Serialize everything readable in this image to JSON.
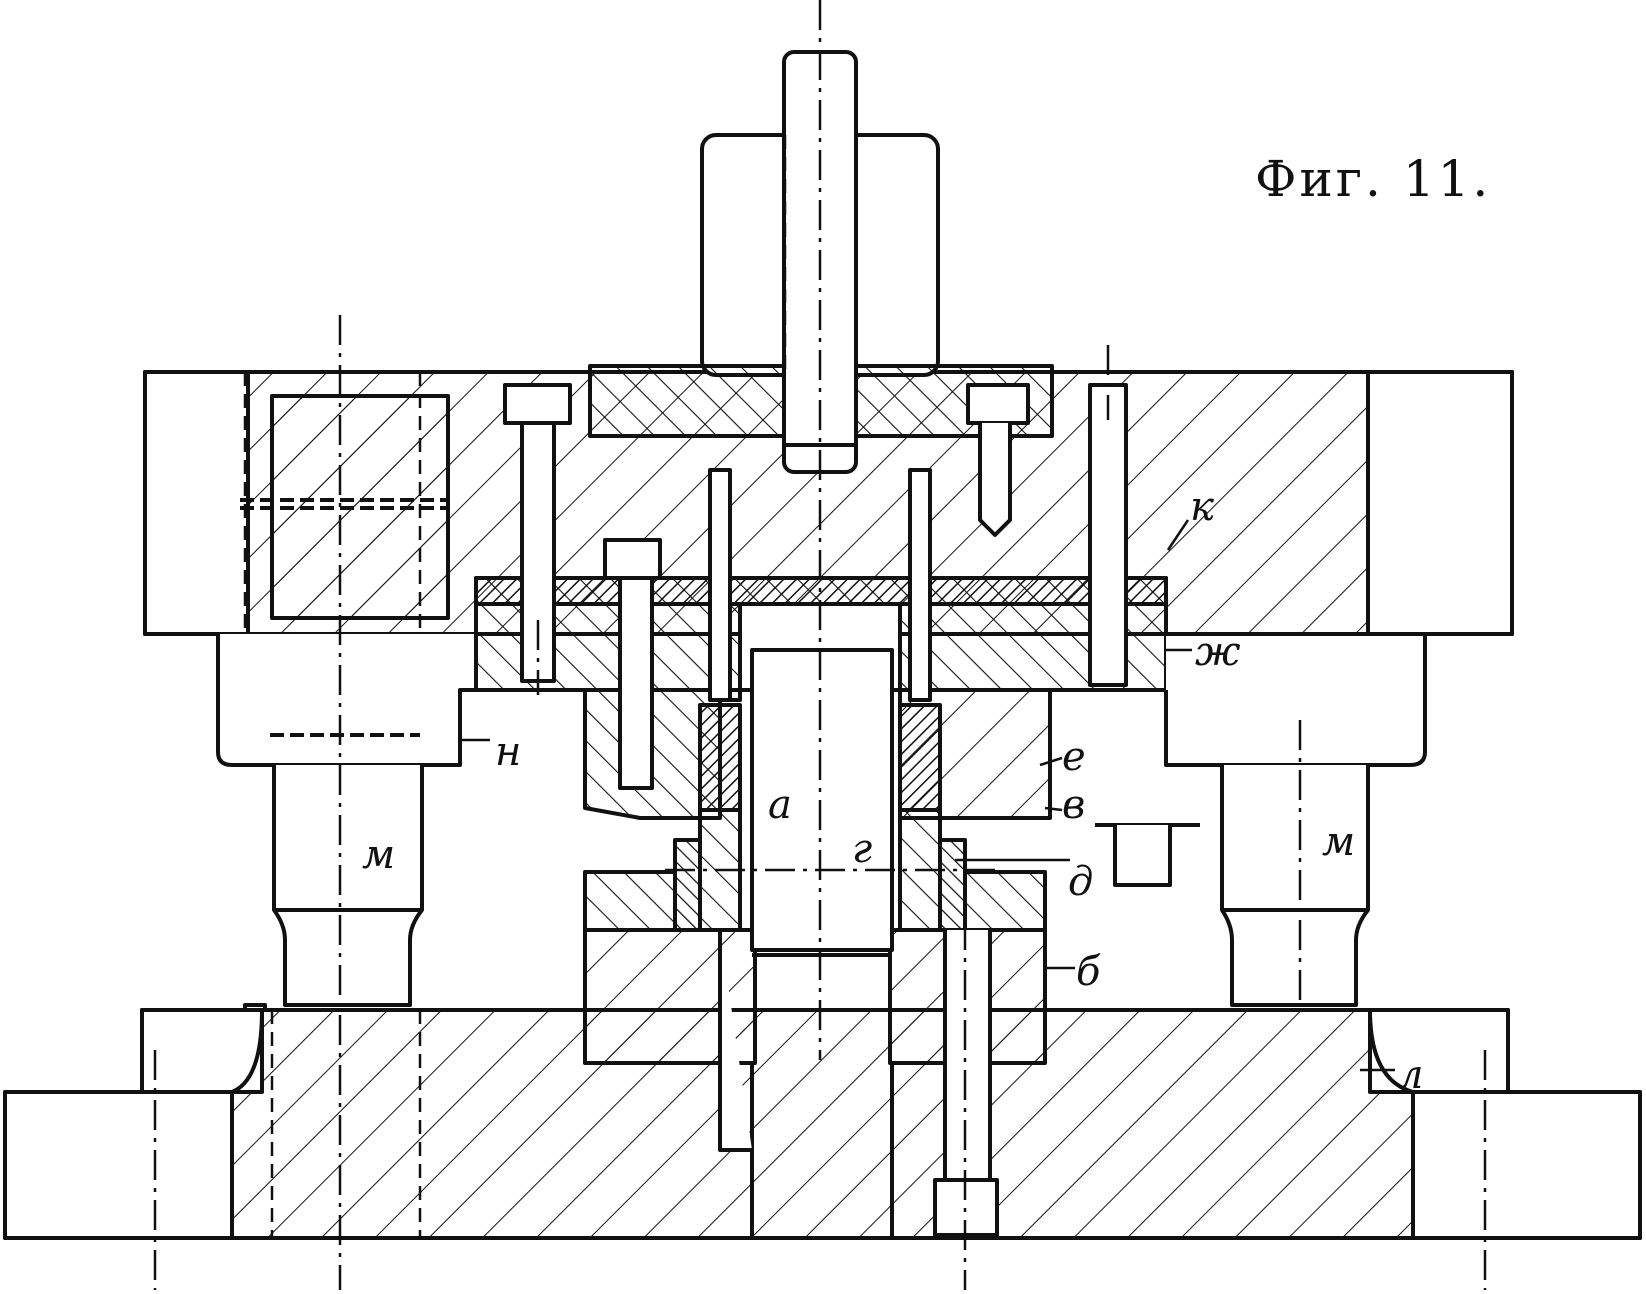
{
  "figure": {
    "title": "Фиг. 11."
  },
  "labels": {
    "a": "а",
    "b": "б",
    "v": "в",
    "g": "г",
    "d": "д",
    "e": "е",
    "zh": "ж",
    "k": "к",
    "l": "л",
    "m_left": "м",
    "m_right": "м",
    "n": "н"
  },
  "colors": {
    "ink": "#111111",
    "paper": "#ffffff"
  }
}
